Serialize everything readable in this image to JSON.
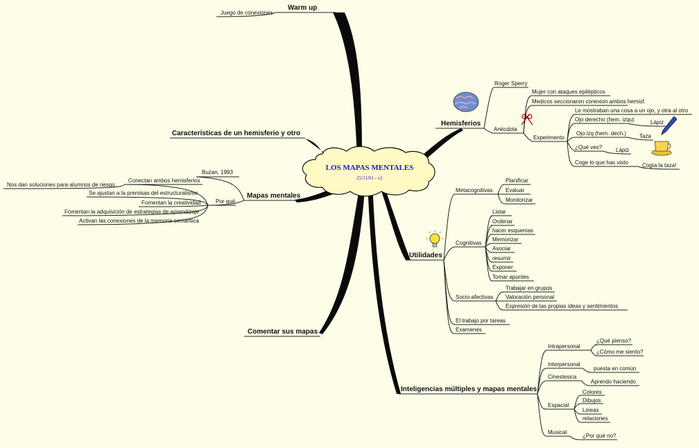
{
  "central": {
    "title": "LOS MAPAS MENTALES",
    "subtitle": "25/11/01 - v2"
  },
  "branches": {
    "warmup": {
      "label": "Warm up",
      "children": [
        "Juego de conexiones"
      ]
    },
    "caracteristicas": {
      "label": "Características de un hemisferio y otro"
    },
    "mapas": {
      "label": "Mapas mentales",
      "buzan": "Buzan, 1993",
      "porque": "Por qué",
      "conectan": "Conectan ambos hemisferios",
      "riesgo": "Nos dan soluciones para alumnos de riesgo",
      "items": [
        "Se ajustan a la premisas del estructuralismo",
        "Fomentan la creatividad",
        "Fomentan la adquisición de estrategias de aprendizaje",
        "Activan las conexiones de la memoria semántica"
      ]
    },
    "comentar": {
      "label": "Comentar sus mapas"
    },
    "hemisferios": {
      "label": "Hemisferios",
      "roger": "Roger Sperry",
      "anecdota": "Anécdota",
      "mujer": "Mujer con ataques epilépticos",
      "medicos": "Medicos seccionaron conexion ambos hemisf.",
      "experimento": "Experimento",
      "mostraban": "Le mostraban una cosa a un ojo, y otra al otro",
      "ojo_der": "Ojo derecho (hem. izqu)",
      "lapiz1": "Lápiz",
      "ojo_izq": "Ojo izq (hem. dech.)",
      "taza": "Taza",
      "queves": "¿Qué ves?",
      "lapiz2": "Lápiz",
      "coge": "Coge lo que has visto",
      "cogia": "Cogía la taza!"
    },
    "utilidades": {
      "label": "Utilidades",
      "meta": {
        "label": "Metacognitivas",
        "items": [
          "Planificar",
          "Evaluar",
          "Monitorizar"
        ]
      },
      "cog": {
        "label": "Cognitivas",
        "items": [
          "Listar",
          "Ordenar",
          "hacer esquemas",
          "Memorizar",
          "Asociar",
          "resumir",
          "Exponer",
          "Tomar apuntes"
        ]
      },
      "socio": {
        "label": "Socio-afectivas",
        "items": [
          "Trabajar en grupos",
          "Valoración personal",
          "Expresión de las propias ideas y sentimientos"
        ]
      },
      "trabajo": "El trabajo por tareas",
      "examenes": "Examenes"
    },
    "inteligencias": {
      "label": "Inteligencias múltiples y mapas mentales",
      "intra": "Intrapersonal",
      "quepienso": "¿Qué pienso?",
      "comosiento": "¿Cómo me siento?",
      "inter": "Interpersonal",
      "puesta": "puesta en común",
      "cines": "Cinestesica",
      "aprendo": "Aprendo haciendo",
      "espacial": "Espacial",
      "esp_items": [
        "Colores",
        "Dibujos",
        "Lineas",
        "relaciones"
      ],
      "musical": "Musical",
      "porqueno": "¿Por qué no?"
    }
  },
  "colors": {
    "background": "#fdfde8",
    "branch": "#0a0a0a",
    "cloud": "#fff9c4",
    "central_text": "#1c18c8"
  }
}
